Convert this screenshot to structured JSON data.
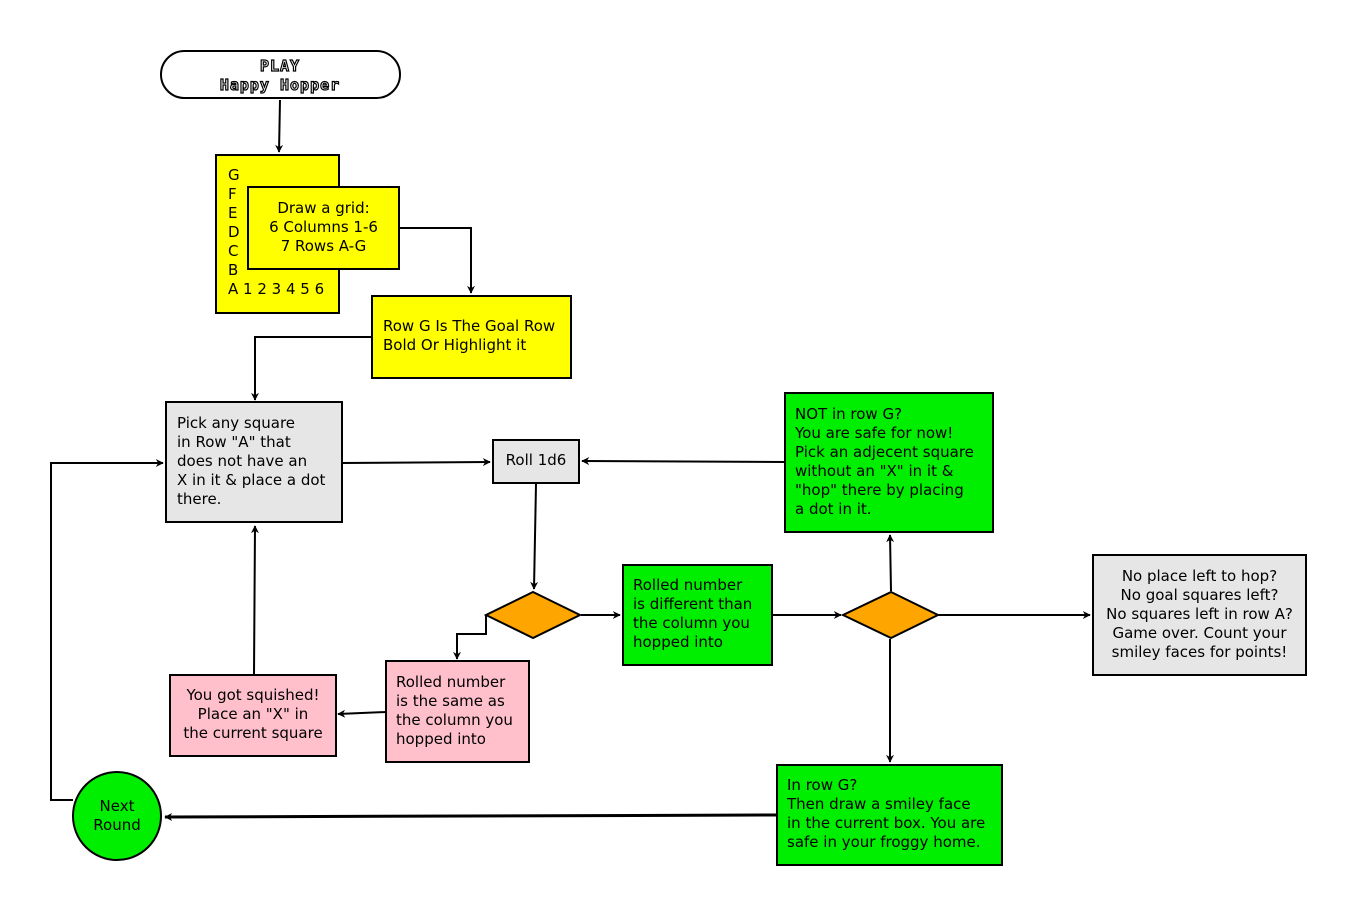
{
  "colors": {
    "yellow": "#ffff00",
    "gray": "#e6e6e6",
    "green": "#00ee00",
    "pink": "#ffc0cb",
    "orange": "#ffa500",
    "stroke": "#000000"
  },
  "nodes": {
    "start": {
      "lines": [
        "PLAY",
        "Happy Hopper"
      ]
    },
    "grid_rows": {
      "lines": [
        "G",
        "F",
        "E",
        "D",
        "C",
        "B",
        "A 1 2 3 4 5 6"
      ]
    },
    "draw_grid": {
      "lines": [
        "Draw a grid:",
        "6 Columns 1-6",
        "7 Rows A-G"
      ]
    },
    "goal_row": {
      "lines": [
        "Row G Is The Goal Row",
        "Bold Or Highlight it"
      ]
    },
    "pick_square": {
      "lines": [
        "Pick any square",
        "in Row \"A\"  that",
        "does not have an",
        "X in it & place a dot",
        "there."
      ]
    },
    "roll": {
      "lines": [
        "Roll 1d6"
      ]
    },
    "not_row_g": {
      "lines": [
        "NOT in row G?",
        "You are safe for now!",
        "Pick an adjecent square",
        "without an \"X\" in it &",
        "\"hop\" there by placing",
        "a dot in it."
      ]
    },
    "different": {
      "lines": [
        "Rolled number",
        "is different than",
        "the column you",
        "hopped into"
      ]
    },
    "same": {
      "lines": [
        "Rolled number",
        "is the same as",
        "the column you",
        "hopped into"
      ]
    },
    "squished": {
      "lines": [
        "You got squished!",
        "Place an \"X\" in",
        "the current square"
      ]
    },
    "game_over": {
      "lines": [
        "No place left to hop?",
        "No goal squares left?",
        "No squares left in row A?",
        "Game over. Count your",
        "smiley faces for points!"
      ]
    },
    "in_row_g": {
      "lines": [
        "In row G?",
        "Then draw a smiley face",
        "in the current box. You are",
        "safe in your froggy home."
      ]
    },
    "next_round": {
      "lines": [
        "Next",
        "Round"
      ]
    }
  }
}
